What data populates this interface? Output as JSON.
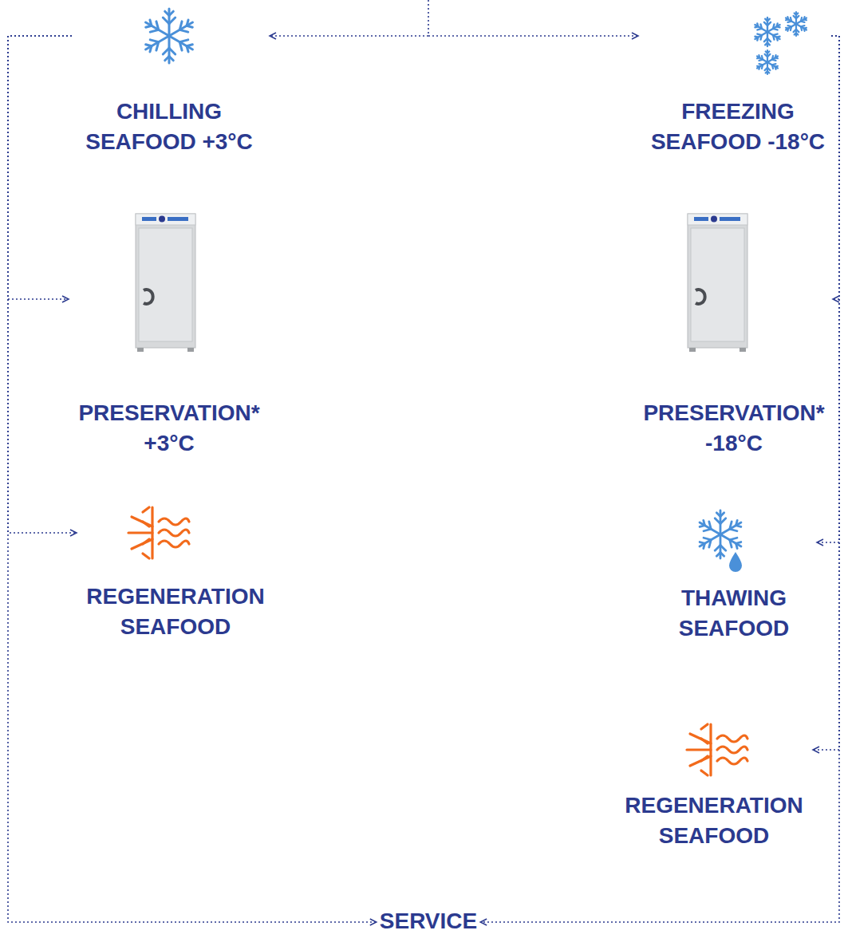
{
  "diagram": {
    "nodes": [
      {
        "text": [
          "CHILLING SEAFOOD +3°C"
        ]
      },
      {
        "text": [
          "FREEZING SEAFOOD -18°C"
        ]
      },
      {
        "text": [
          "PRESERVATION* +3°C"
        ]
      },
      {
        "text": [
          "PRESERVATION* -18°C"
        ]
      },
      {
        "text": [
          "REGENERATION SEAFOOD"
        ]
      },
      {
        "text": [
          "THAWING SEAFOOD"
        ]
      },
      {
        "text": [
          "REGENERATION SEAFOOD"
        ]
      },
      {
        "text": [
          "SERVICE"
        ]
      }
    ],
    "edges": [
      {
        "from": 0,
        "to": 2,
        "arrow": "to"
      },
      {
        "from": 0,
        "to": 4,
        "arrow": "to"
      },
      {
        "from": 0,
        "to": 7,
        "arrow": "to"
      },
      {
        "from": 1,
        "to": 3,
        "arrow": "to"
      },
      {
        "from": 1,
        "to": 5,
        "arrow": "to"
      },
      {
        "from": 1,
        "to": 6,
        "arrow": "to"
      },
      {
        "from": 1,
        "to": 7,
        "arrow": "to"
      }
    ]
  }
}
